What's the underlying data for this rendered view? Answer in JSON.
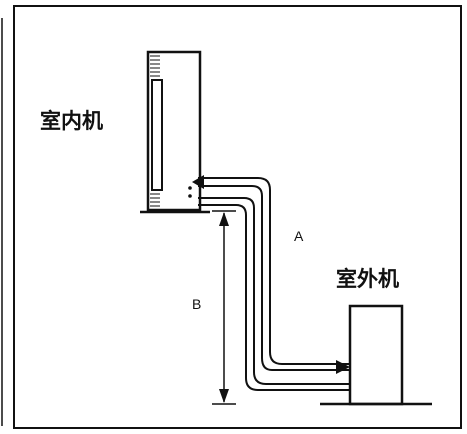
{
  "labels": {
    "indoor_unit": "室内机",
    "outdoor_unit": "室外机",
    "pipe_length": "A",
    "height_difference": "B"
  },
  "colors": {
    "line": "#111111",
    "background": "#ffffff"
  }
}
